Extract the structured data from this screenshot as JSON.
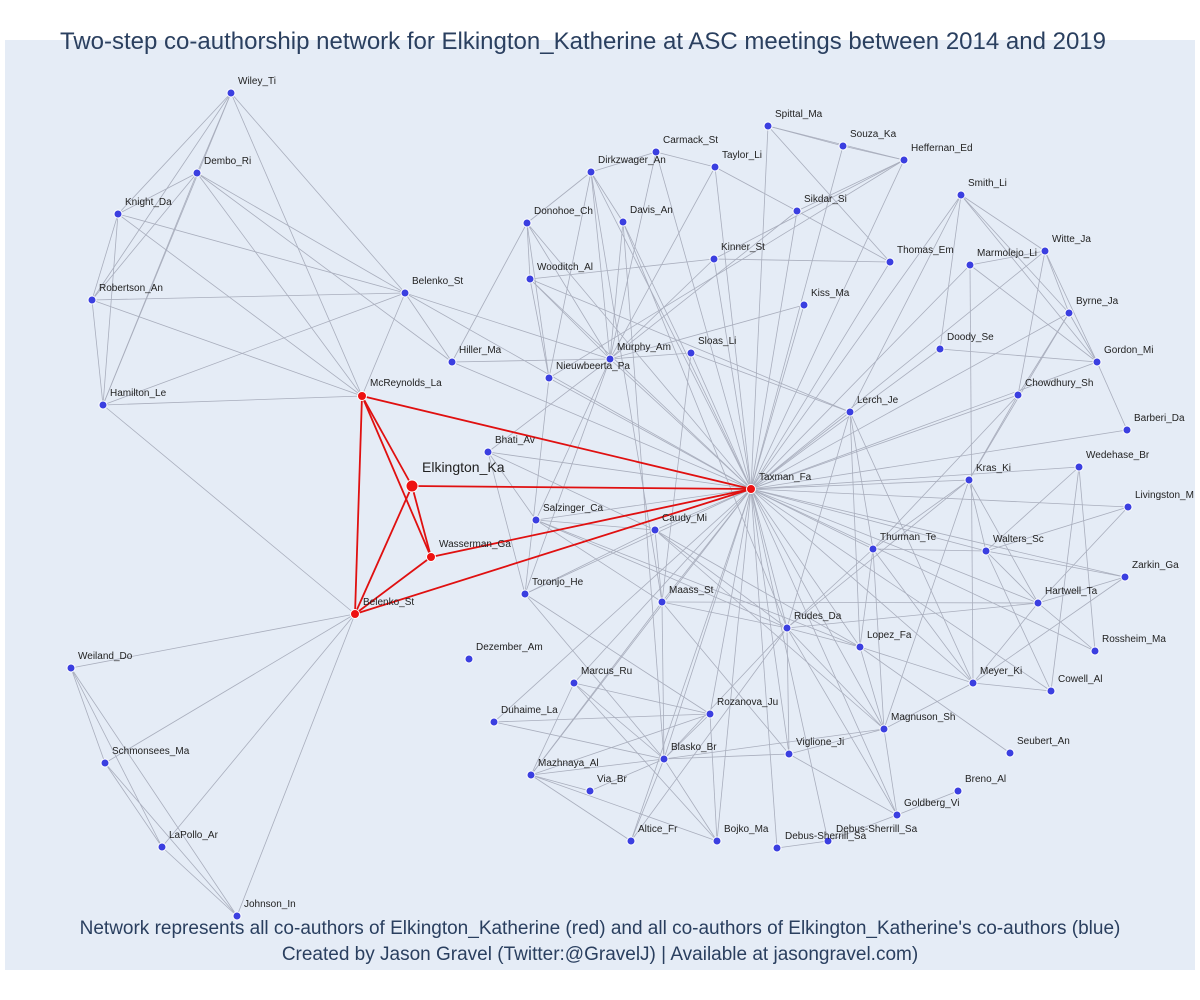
{
  "title": "Two-step co-authorship network for Elkington_Katherine at ASC meetings between 2014 and 2019",
  "caption_line1": "Network represents all co-authors of Elkington_Katherine (red) and all co-authors of Elkington_Katherine's co-authors (blue)",
  "caption_line2": "Created by Jason Gravel (Twitter:@GravelJ) | Available at jasongravel.com)",
  "colors": {
    "primary": "#ee1111",
    "secondary": "#3b3fe0",
    "edge": "#a9aebd",
    "primary_edge": "#e01010"
  },
  "nodes": [
    {
      "id": "Elkington_Ka",
      "group": "focal"
    },
    {
      "id": "McReynolds_La",
      "group": "primary"
    },
    {
      "id": "Belenko_St",
      "group": "primary"
    },
    {
      "id": "Wasserman_Ga",
      "group": "primary"
    },
    {
      "id": "Taxman_Fa",
      "group": "primary"
    },
    {
      "id": "Wiley_Ti",
      "group": "secondary"
    },
    {
      "id": "Dembo_Ri",
      "group": "secondary"
    },
    {
      "id": "Knight_Da",
      "group": "secondary"
    },
    {
      "id": "Robertson_An",
      "group": "secondary"
    },
    {
      "id": "Hamilton_Le",
      "group": "secondary"
    },
    {
      "id": "Belenko_St ",
      "group": "secondary"
    },
    {
      "id": "Hiller_Ma",
      "group": "secondary"
    },
    {
      "id": "Weiland_Do",
      "group": "secondary"
    },
    {
      "id": "Schmonsees_Ma",
      "group": "secondary"
    },
    {
      "id": "LaPollo_Ar",
      "group": "secondary"
    },
    {
      "id": "Johnson_In",
      "group": "secondary"
    },
    {
      "id": "Spittal_Ma",
      "group": "secondary"
    },
    {
      "id": "Carmack_St",
      "group": "secondary"
    },
    {
      "id": "Souza_Ka",
      "group": "secondary"
    },
    {
      "id": "Heffernan_Ed",
      "group": "secondary"
    },
    {
      "id": "Taylor_Li",
      "group": "secondary"
    },
    {
      "id": "Dirkzwager_An",
      "group": "secondary"
    },
    {
      "id": "Smith_Li",
      "group": "secondary"
    },
    {
      "id": "Sikdar_Si",
      "group": "secondary"
    },
    {
      "id": "Donohoe_Ch",
      "group": "secondary"
    },
    {
      "id": "Davis_An",
      "group": "secondary"
    },
    {
      "id": "Witte_Ja",
      "group": "secondary"
    },
    {
      "id": "Kinner_St",
      "group": "secondary"
    },
    {
      "id": "Thomas_Em",
      "group": "secondary"
    },
    {
      "id": "Marmolejo_Li",
      "group": "secondary"
    },
    {
      "id": "Wooditch_Al",
      "group": "secondary"
    },
    {
      "id": "Kiss_Ma",
      "group": "secondary"
    },
    {
      "id": "Byrne_Ja",
      "group": "secondary"
    },
    {
      "id": "Doody_Se",
      "group": "secondary"
    },
    {
      "id": "Murphy_Am",
      "group": "secondary"
    },
    {
      "id": "Sloas_Li",
      "group": "secondary"
    },
    {
      "id": "Gordon_Mi",
      "group": "secondary"
    },
    {
      "id": "Nieuwbeerta_Pa",
      "group": "secondary"
    },
    {
      "id": "Chowdhury_Sh",
      "group": "secondary"
    },
    {
      "id": "Lerch_Je",
      "group": "secondary"
    },
    {
      "id": "Barberi_Da",
      "group": "secondary"
    },
    {
      "id": "Bhati_Av",
      "group": "secondary"
    },
    {
      "id": "Wedehase_Br",
      "group": "secondary"
    },
    {
      "id": "Kras_Ki",
      "group": "secondary"
    },
    {
      "id": "Livingston_M",
      "group": "secondary"
    },
    {
      "id": "Salzinger_Ca",
      "group": "secondary"
    },
    {
      "id": "Caudy_Mi",
      "group": "secondary"
    },
    {
      "id": "Thurman_Te",
      "group": "secondary"
    },
    {
      "id": "Walters_Sc",
      "group": "secondary"
    },
    {
      "id": "Zarkin_Ga",
      "group": "secondary"
    },
    {
      "id": "Toronjo_He",
      "group": "secondary"
    },
    {
      "id": "Maass_St",
      "group": "secondary"
    },
    {
      "id": "Hartwell_Ta",
      "group": "secondary"
    },
    {
      "id": "Rudes_Da",
      "group": "secondary"
    },
    {
      "id": "Dezember_Am",
      "group": "secondary"
    },
    {
      "id": "Lopez_Fa",
      "group": "secondary"
    },
    {
      "id": "Rossheim_Ma",
      "group": "secondary"
    },
    {
      "id": "Marcus_Ru",
      "group": "secondary"
    },
    {
      "id": "Meyer_Ki",
      "group": "secondary"
    },
    {
      "id": "Cowell_Al",
      "group": "secondary"
    },
    {
      "id": "Duhaime_La",
      "group": "secondary"
    },
    {
      "id": "Rozanova_Ju",
      "group": "secondary"
    },
    {
      "id": "Magnuson_Sh",
      "group": "secondary"
    },
    {
      "id": "Seubert_An",
      "group": "secondary"
    },
    {
      "id": "Blasko_Br",
      "group": "secondary"
    },
    {
      "id": "Viglione_Ji",
      "group": "secondary"
    },
    {
      "id": "Mazhnaya_Al",
      "group": "secondary"
    },
    {
      "id": "Breno_Al",
      "group": "secondary"
    },
    {
      "id": "Via_Br",
      "group": "secondary"
    },
    {
      "id": "Goldberg_Vi",
      "group": "secondary"
    },
    {
      "id": "Debus-Sherrill_Sa",
      "group": "secondary"
    },
    {
      "id": "Altice_Fr",
      "group": "secondary"
    },
    {
      "id": "Bojko_Ma",
      "group": "secondary"
    },
    {
      "id": "Debus-Sherrill_Sa ",
      "group": "secondary"
    }
  ],
  "edges": [
    [
      "Elkington_Ka",
      "McReynolds_La"
    ],
    [
      "Elkington_Ka",
      "Belenko_St"
    ],
    [
      "Elkington_Ka",
      "Wasserman_Ga"
    ],
    [
      "Elkington_Ka",
      "Taxman_Fa"
    ],
    [
      "McReynolds_La",
      "Belenko_St"
    ],
    [
      "McReynolds_La",
      "Wasserman_Ga"
    ],
    [
      "McReynolds_La",
      "Taxman_Fa"
    ],
    [
      "Belenko_St",
      "Wasserman_Ga"
    ],
    [
      "Belenko_St",
      "Taxman_Fa"
    ],
    [
      "Wasserman_Ga",
      "Taxman_Fa"
    ],
    [
      "Wiley_Ti",
      "Dembo_Ri"
    ],
    [
      "Wiley_Ti",
      "Knight_Da"
    ],
    [
      "Wiley_Ti",
      "Robertson_An"
    ],
    [
      "Wiley_Ti",
      "Hamilton_Le"
    ],
    [
      "Wiley_Ti",
      "McReynolds_La"
    ],
    [
      "Wiley_Ti",
      "Belenko_St "
    ],
    [
      "Dembo_Ri",
      "Knight_Da"
    ],
    [
      "Dembo_Ri",
      "Robertson_An"
    ],
    [
      "Dembo_Ri",
      "Hamilton_Le"
    ],
    [
      "Dembo_Ri",
      "McReynolds_La"
    ],
    [
      "Dembo_Ri",
      "Belenko_St "
    ],
    [
      "Dembo_Ri",
      "Hiller_Ma"
    ],
    [
      "Knight_Da",
      "Robertson_An"
    ],
    [
      "Knight_Da",
      "Hamilton_Le"
    ],
    [
      "Knight_Da",
      "McReynolds_La"
    ],
    [
      "Knight_Da",
      "Belenko_St "
    ],
    [
      "Robertson_An",
      "Hamilton_Le"
    ],
    [
      "Robertson_An",
      "McReynolds_La"
    ],
    [
      "Robertson_An",
      "Belenko_St "
    ],
    [
      "Hamilton_Le",
      "McReynolds_La"
    ],
    [
      "Hamilton_Le",
      "Belenko_St "
    ],
    [
      "Hamilton_Le",
      "Belenko_St"
    ],
    [
      "Belenko_St ",
      "McReynolds_La"
    ],
    [
      "Belenko_St ",
      "Hiller_Ma"
    ],
    [
      "Belenko_St ",
      "Taxman_Fa"
    ],
    [
      "Belenko_St ",
      "Murphy_Am"
    ],
    [
      "Hiller_Ma",
      "Taxman_Fa"
    ],
    [
      "Hiller_Ma",
      "Murphy_Am"
    ],
    [
      "Hiller_Ma",
      "Donohoe_Ch"
    ],
    [
      "Belenko_St",
      "Weiland_Do"
    ],
    [
      "Belenko_St",
      "Schmonsees_Ma"
    ],
    [
      "Belenko_St",
      "LaPollo_Ar"
    ],
    [
      "Belenko_St",
      "Johnson_In"
    ],
    [
      "Weiland_Do",
      "Schmonsees_Ma"
    ],
    [
      "Weiland_Do",
      "LaPollo_Ar"
    ],
    [
      "Weiland_Do",
      "Johnson_In"
    ],
    [
      "Schmonsees_Ma",
      "LaPollo_Ar"
    ],
    [
      "Schmonsees_Ma",
      "Johnson_In"
    ],
    [
      "LaPollo_Ar",
      "Johnson_In"
    ],
    [
      "Taxman_Fa",
      "Spittal_Ma"
    ],
    [
      "Taxman_Fa",
      "Carmack_St"
    ],
    [
      "Taxman_Fa",
      "Souza_Ka"
    ],
    [
      "Taxman_Fa",
      "Heffernan_Ed"
    ],
    [
      "Taxman_Fa",
      "Taylor_Li"
    ],
    [
      "Taxman_Fa",
      "Dirkzwager_An"
    ],
    [
      "Taxman_Fa",
      "Smith_Li"
    ],
    [
      "Taxman_Fa",
      "Sikdar_Si"
    ],
    [
      "Taxman_Fa",
      "Donohoe_Ch"
    ],
    [
      "Taxman_Fa",
      "Davis_An"
    ],
    [
      "Taxman_Fa",
      "Witte_Ja"
    ],
    [
      "Taxman_Fa",
      "Kinner_St"
    ],
    [
      "Taxman_Fa",
      "Thomas_Em"
    ],
    [
      "Taxman_Fa",
      "Marmolejo_Li"
    ],
    [
      "Taxman_Fa",
      "Wooditch_Al"
    ],
    [
      "Taxman_Fa",
      "Kiss_Ma"
    ],
    [
      "Taxman_Fa",
      "Byrne_Ja"
    ],
    [
      "Taxman_Fa",
      "Murphy_Am"
    ],
    [
      "Taxman_Fa",
      "Sloas_Li"
    ],
    [
      "Taxman_Fa",
      "Gordon_Mi"
    ],
    [
      "Taxman_Fa",
      "Nieuwbeerta_Pa"
    ],
    [
      "Taxman_Fa",
      "Chowdhury_Sh"
    ],
    [
      "Taxman_Fa",
      "Lerch_Je"
    ],
    [
      "Taxman_Fa",
      "Barberi_Da"
    ],
    [
      "Taxman_Fa",
      "Bhati_Av"
    ],
    [
      "Taxman_Fa",
      "Wedehase_Br"
    ],
    [
      "Taxman_Fa",
      "Kras_Ki"
    ],
    [
      "Taxman_Fa",
      "Livingston_M"
    ],
    [
      "Taxman_Fa",
      "Salzinger_Ca"
    ],
    [
      "Taxman_Fa",
      "Caudy_Mi"
    ],
    [
      "Taxman_Fa",
      "Thurman_Te"
    ],
    [
      "Taxman_Fa",
      "Walters_Sc"
    ],
    [
      "Taxman_Fa",
      "Zarkin_Ga"
    ],
    [
      "Taxman_Fa",
      "Toronjo_He"
    ],
    [
      "Taxman_Fa",
      "Maass_St"
    ],
    [
      "Taxman_Fa",
      "Hartwell_Ta"
    ],
    [
      "Taxman_Fa",
      "Rudes_Da"
    ],
    [
      "Taxman_Fa",
      "Lopez_Fa"
    ],
    [
      "Taxman_Fa",
      "Rossheim_Ma"
    ],
    [
      "Taxman_Fa",
      "Marcus_Ru"
    ],
    [
      "Taxman_Fa",
      "Meyer_Ki"
    ],
    [
      "Taxman_Fa",
      "Cowell_Al"
    ],
    [
      "Taxman_Fa",
      "Duhaime_La"
    ],
    [
      "Taxman_Fa",
      "Rozanova_Ju"
    ],
    [
      "Taxman_Fa",
      "Magnuson_Sh"
    ],
    [
      "Taxman_Fa",
      "Blasko_Br"
    ],
    [
      "Taxman_Fa",
      "Viglione_Ji"
    ],
    [
      "Taxman_Fa",
      "Mazhnaya_Al"
    ],
    [
      "Taxman_Fa",
      "Goldberg_Vi"
    ],
    [
      "Taxman_Fa",
      "Debus-Sherrill_Sa"
    ],
    [
      "Taxman_Fa",
      "Altice_Fr"
    ],
    [
      "Taxman_Fa",
      "Bojko_Ma"
    ],
    [
      "Taxman_Fa",
      "Debus-Sherrill_Sa "
    ],
    [
      "Taxman_Fa",
      "Doody_Se"
    ],
    [
      "Spittal_Ma",
      "Souza_Ka"
    ],
    [
      "Spittal_Ma",
      "Heffernan_Ed"
    ],
    [
      "Souza_Ka",
      "Heffernan_Ed"
    ],
    [
      "Spittal_Ma",
      "Thomas_Em"
    ],
    [
      "Heffernan_Ed",
      "Sikdar_Si"
    ],
    [
      "Heffernan_Ed",
      "Kinner_St"
    ],
    [
      "Heffernan_Ed",
      "Nieuwbeerta_Pa"
    ],
    [
      "Carmack_St",
      "Dirkzwager_An"
    ],
    [
      "Carmack_St",
      "Murphy_Am"
    ],
    [
      "Carmack_St",
      "Taylor_Li"
    ],
    [
      "Dirkzwager_An",
      "Donohoe_Ch"
    ],
    [
      "Dirkzwager_An",
      "Murphy_Am"
    ],
    [
      "Dirkzwager_An",
      "Davis_An"
    ],
    [
      "Dirkzwager_An",
      "Nieuwbeerta_Pa"
    ],
    [
      "Dirkzwager_An",
      "Maass_St"
    ],
    [
      "Donohoe_Ch",
      "Murphy_Am"
    ],
    [
      "Donohoe_Ch",
      "Wooditch_Al"
    ],
    [
      "Donohoe_Ch",
      "Nieuwbeerta_Pa"
    ],
    [
      "Davis_An",
      "Murphy_Am"
    ],
    [
      "Davis_An",
      "Blasko_Br"
    ],
    [
      "Davis_An",
      "Rudes_Da"
    ],
    [
      "Taylor_Li",
      "Sikdar_Si"
    ],
    [
      "Taylor_Li",
      "Murphy_Am"
    ],
    [
      "Sikdar_Si",
      "Thomas_Em"
    ],
    [
      "Sikdar_Si",
      "Murphy_Am"
    ],
    [
      "Kinner_St",
      "Wooditch_Al"
    ],
    [
      "Kinner_St",
      "Thomas_Em"
    ],
    [
      "Kinner_St",
      "Murphy_Am"
    ],
    [
      "Wooditch_Al",
      "Murphy_Am"
    ],
    [
      "Wooditch_Al",
      "Nieuwbeerta_Pa"
    ],
    [
      "Wooditch_Al",
      "Lerch_Je"
    ],
    [
      "Kiss_Ma",
      "Murphy_Am"
    ],
    [
      "Murphy_Am",
      "Sloas_Li"
    ],
    [
      "Murphy_Am",
      "Salzinger_Ca"
    ],
    [
      "Murphy_Am",
      "Bhati_Av"
    ],
    [
      "Murphy_Am",
      "Toronjo_He"
    ],
    [
      "Sloas_Li",
      "Lerch_Je"
    ],
    [
      "Sloas_Li",
      "Maass_St"
    ],
    [
      "Smith_Li",
      "Witte_Ja"
    ],
    [
      "Smith_Li",
      "Byrne_Ja"
    ],
    [
      "Smith_Li",
      "Gordon_Mi"
    ],
    [
      "Smith_Li",
      "Doody_Se"
    ],
    [
      "Smith_Li",
      "Lerch_Je"
    ],
    [
      "Witte_Ja",
      "Marmolejo_Li"
    ],
    [
      "Witte_Ja",
      "Byrne_Ja"
    ],
    [
      "Witte_Ja",
      "Gordon_Mi"
    ],
    [
      "Witte_Ja",
      "Chowdhury_Sh"
    ],
    [
      "Marmolejo_Li",
      "Gordon_Mi"
    ],
    [
      "Marmolejo_Li",
      "Meyer_Ki"
    ],
    [
      "Byrne_Ja",
      "Gordon_Mi"
    ],
    [
      "Byrne_Ja",
      "Kras_Ki"
    ],
    [
      "Byrne_Ja",
      "Chowdhury_Sh"
    ],
    [
      "Doody_Se",
      "Gordon_Mi"
    ],
    [
      "Gordon_Mi",
      "Barberi_Da"
    ],
    [
      "Chowdhury_Sh",
      "Kras_Ki"
    ],
    [
      "Chowdhury_Sh",
      "Thurman_Te"
    ],
    [
      "Lerch_Je",
      "Thurman_Te"
    ],
    [
      "Lerch_Je",
      "Lopez_Fa"
    ],
    [
      "Lerch_Je",
      "Rudes_Da"
    ],
    [
      "Lerch_Je",
      "Meyer_Ki"
    ],
    [
      "Kras_Ki",
      "Walters_Sc"
    ],
    [
      "Kras_Ki",
      "Thurman_Te"
    ],
    [
      "Kras_Ki",
      "Hartwell_Ta"
    ],
    [
      "Kras_Ki",
      "Magnuson_Sh"
    ],
    [
      "Kras_Ki",
      "Rudes_Da"
    ],
    [
      "Wedehase_Br",
      "Walters_Sc"
    ],
    [
      "Wedehase_Br",
      "Cowell_Al"
    ],
    [
      "Wedehase_Br",
      "Rossheim_Ma"
    ],
    [
      "Livingston_M",
      "Walters_Sc"
    ],
    [
      "Livingston_M",
      "Hartwell_Ta"
    ],
    [
      "Thurman_Te",
      "Walters_Sc"
    ],
    [
      "Thurman_Te",
      "Rudes_Da"
    ],
    [
      "Thurman_Te",
      "Lopez_Fa"
    ],
    [
      "Thurman_Te",
      "Meyer_Ki"
    ],
    [
      "Thurman_Te",
      "Magnuson_Sh"
    ],
    [
      "Walters_Sc",
      "Zarkin_Ga"
    ],
    [
      "Walters_Sc",
      "Hartwell_Ta"
    ],
    [
      "Walters_Sc",
      "Cowell_Al"
    ],
    [
      "Zarkin_Ga",
      "Hartwell_Ta"
    ],
    [
      "Zarkin_Ga",
      "Meyer_Ki"
    ],
    [
      "Hartwell_Ta",
      "Rudes_Da"
    ],
    [
      "Hartwell_Ta",
      "Rossheim_Ma"
    ],
    [
      "Hartwell_Ta",
      "Meyer_Ki"
    ],
    [
      "Hartwell_Ta",
      "Maass_St"
    ],
    [
      "Bhati_Av",
      "Caudy_Mi"
    ],
    [
      "Bhati_Av",
      "Toronjo_He"
    ],
    [
      "Bhati_Av",
      "Salzinger_Ca"
    ],
    [
      "Salzinger_Ca",
      "Caudy_Mi"
    ],
    [
      "Salzinger_Ca",
      "Rudes_Da"
    ],
    [
      "Salzinger_Ca",
      "Lopez_Fa"
    ],
    [
      "Salzinger_Ca",
      "Maass_St"
    ],
    [
      "Caudy_Mi",
      "Rudes_Da"
    ],
    [
      "Caudy_Mi",
      "Maass_St"
    ],
    [
      "Caudy_Mi",
      "Toronjo_He"
    ],
    [
      "Caudy_Mi",
      "Lopez_Fa"
    ],
    [
      "Caudy_Mi",
      "Magnuson_Sh"
    ],
    [
      "Toronjo_He",
      "Rozanova_Ju"
    ],
    [
      "Toronjo_He",
      "Blasko_Br"
    ],
    [
      "Toronjo_He",
      "Nieuwbeerta_Pa"
    ],
    [
      "Maass_St",
      "Rudes_Da"
    ],
    [
      "Maass_St",
      "Blasko_Br"
    ],
    [
      "Maass_St",
      "Mazhnaya_Al"
    ],
    [
      "Maass_St",
      "Viglione_Ji"
    ],
    [
      "Rudes_Da",
      "Lopez_Fa"
    ],
    [
      "Rudes_Da",
      "Magnuson_Sh"
    ],
    [
      "Rudes_Da",
      "Viglione_Ji"
    ],
    [
      "Rudes_Da",
      "Blasko_Br"
    ],
    [
      "Rudes_Da",
      "Goldberg_Vi"
    ],
    [
      "Rudes_Da",
      "Altice_Fr"
    ],
    [
      "Lopez_Fa",
      "Magnuson_Sh"
    ],
    [
      "Lopez_Fa",
      "Meyer_Ki"
    ],
    [
      "Lopez_Fa",
      "Seubert_An"
    ],
    [
      "Meyer_Ki",
      "Magnuson_Sh"
    ],
    [
      "Meyer_Ki",
      "Cowell_Al"
    ],
    [
      "Marcus_Ru",
      "Rozanova_Ju"
    ],
    [
      "Marcus_Ru",
      "Blasko_Br"
    ],
    [
      "Marcus_Ru",
      "Mazhnaya_Al"
    ],
    [
      "Marcus_Ru",
      "Bojko_Ma"
    ],
    [
      "Duhaime_La",
      "Blasko_Br"
    ],
    [
      "Duhaime_La",
      "Rozanova_Ju"
    ],
    [
      "Rozanova_Ju",
      "Blasko_Br"
    ],
    [
      "Rozanova_Ju",
      "Mazhnaya_Al"
    ],
    [
      "Rozanova_Ju",
      "Bojko_Ma"
    ],
    [
      "Blasko_Br",
      "Viglione_Ji"
    ],
    [
      "Blasko_Br",
      "Mazhnaya_Al"
    ],
    [
      "Blasko_Br",
      "Via_Br"
    ],
    [
      "Blasko_Br",
      "Altice_Fr"
    ],
    [
      "Blasko_Br",
      "Bojko_Ma"
    ],
    [
      "Blasko_Br",
      "Magnuson_Sh"
    ],
    [
      "Viglione_Ji",
      "Magnuson_Sh"
    ],
    [
      "Viglione_Ji",
      "Goldberg_Vi"
    ],
    [
      "Mazhnaya_Al",
      "Via_Br"
    ],
    [
      "Mazhnaya_Al",
      "Altice_Fr"
    ],
    [
      "Mazhnaya_Al",
      "Bojko_Ma"
    ],
    [
      "Goldberg_Vi",
      "Breno_Al"
    ],
    [
      "Goldberg_Vi",
      "Debus-Sherrill_Sa"
    ],
    [
      "Goldberg_Vi",
      "Magnuson_Sh"
    ],
    [
      "Debus-Sherrill_Sa",
      "Debus-Sherrill_Sa "
    ]
  ]
}
